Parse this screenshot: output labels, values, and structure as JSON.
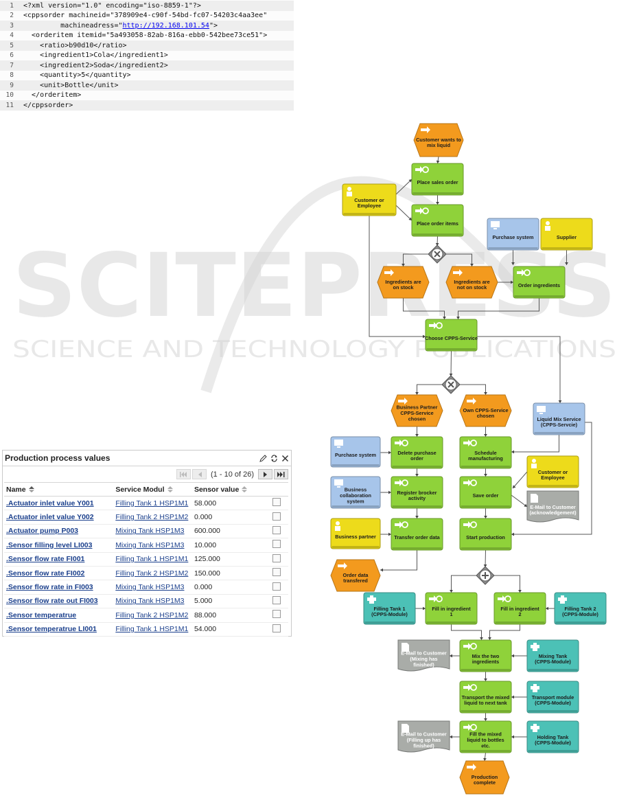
{
  "code": {
    "lines": [
      {
        "num": "1",
        "text": "<?xml version=\"1.0\" encoding=\"iso-8859-1\"?>"
      },
      {
        "num": "2",
        "text": "<cppsorder machineid=\"378909e4-c90f-54bd-fc07-54203c4aa3ee\""
      },
      {
        "num": "3",
        "text_pre": "         machineadress=\"",
        "link": "http://192.168.101.54",
        "text_post": "\">"
      },
      {
        "num": "4",
        "text": "  <orderitem itemid=\"5a493058-82ab-816a-ebb0-542bee73ce51\">"
      },
      {
        "num": "5",
        "text": "    <ratio>b90d10</ratio>"
      },
      {
        "num": "6",
        "text": "    <ingredient1>Cola</ingredient1>"
      },
      {
        "num": "7",
        "text": "    <ingredient2>Soda</ingredient2>"
      },
      {
        "num": "8",
        "text": "    <quantity>5</quantity>"
      },
      {
        "num": "9",
        "text": "    <unit>Bottle</unit>"
      },
      {
        "num": "10",
        "text": "  </orderitem>"
      },
      {
        "num": "11",
        "text": "</cppsorder>"
      }
    ]
  },
  "watermark": {
    "title": "SCITEPRESS",
    "subtitle": "SCIENCE AND TECHNOLOGY PUBLICATIONS"
  },
  "widget": {
    "title": "Production process values",
    "pager_text": "(1 - 10 of 26)",
    "columns": [
      "Name",
      "Service Modul",
      "Sensor value"
    ],
    "rows": [
      {
        "name": ".Actuator inlet value Y001",
        "service": "Filling Tank 1 HSP1M1",
        "value": "58.000"
      },
      {
        "name": ".Actuator inlet value Y002",
        "service": "Filling Tank 2 HSP1M2",
        "value": "0.000"
      },
      {
        "name": ".Actuator pump P003",
        "service": "Mixing Tank HSP1M3",
        "value": "600.000"
      },
      {
        "name": ".Sensor filling level LI003",
        "service": "Mixing Tank HSP1M3",
        "value": "10.000"
      },
      {
        "name": ".Sensor flow rate FI001",
        "service": "Filling Tank 1 HSP1M1",
        "value": "125.000"
      },
      {
        "name": ".Sensor flow rate FI002",
        "service": "Filling Tank 2 HSP1M2",
        "value": "150.000"
      },
      {
        "name": ".Sensor flow rate in FI003",
        "service": "Mixing Tank HSP1M3",
        "value": "0.000"
      },
      {
        "name": ".Sensor flow rate out FI003",
        "service": "Mixing Tank HSP1M3",
        "value": "5.000"
      },
      {
        "name": ".Sensor temperatrue",
        "service": "Filling Tank 2 HSP1M2",
        "value": "88.000"
      },
      {
        "name": ".Sensor temperatrue LI001",
        "service": "Filling Tank 1 HSP1M1",
        "value": "54.000"
      }
    ]
  },
  "diagram": {
    "colors": {
      "event": "#f39a1e",
      "function": "#8fd23a",
      "org": "#eddb1b",
      "system": "#a7c5ea",
      "module": "#4cc1b6",
      "document": "#a9aca8",
      "gateway": "#8c8c8c"
    },
    "nodes": {
      "e_start": "Customer wants to mix liquid",
      "f_place_sales": "Place sales order",
      "o_customer": "Customer or Employee",
      "f_place_items": "Place order items",
      "s_purchase1": "Purchase system",
      "o_supplier": "Supplier",
      "e_on_stock": "Ingredients are on stock",
      "e_not_stock": "Ingredients are not on stock",
      "f_order_ingr": "Order ingredients",
      "f_choose": "Choose CPPS-Service",
      "e_partner": "Business Partner CPPS-Service chosen",
      "e_own": "Own CPPS-Service chosen",
      "s_liquid": "Liquid Mix Service (CPPS-Servcie)",
      "s_purchase2": "Purchase system",
      "f_delete": "Delete purchase order",
      "f_schedule": "Schedule manufacturing",
      "o_customer2": "Customer or Employee",
      "s_collab": "Business collaboration system",
      "f_register": "Register brocker activity",
      "f_save": "Save order",
      "d_email_ack": "E-Mail to Customer (acknowledgement)",
      "o_partner": "Business partner",
      "f_transfer": "Transfer order data",
      "f_start_prod": "Start production",
      "e_transfered": "Order data transfered",
      "m_tank1": "Filling Tank 1 (CPPS-Module)",
      "f_fill1": "Fill in ingredient 1",
      "f_fill2": "Fill in ingredient 2",
      "m_tank2": "Filling Tank 2 (CPPS-Module)",
      "d_email_mix": "E-Mail to Customer (Mixing has finished)",
      "f_mix": "Mix the two ingredients",
      "m_mixing": "Mixing Tank (CPPS-Module)",
      "f_transport": "Transport the mixed liquid to next tank",
      "m_transport": "Transport module (CPPS-Module)",
      "d_email_fill": "E-Mail to Customer (Filling up has finished)",
      "f_fill_bottles": "Fill the mixed liquid to bottles etc.",
      "m_holding": "Holding Tank (CPPS-Module)",
      "e_complete": "Production complete"
    }
  }
}
